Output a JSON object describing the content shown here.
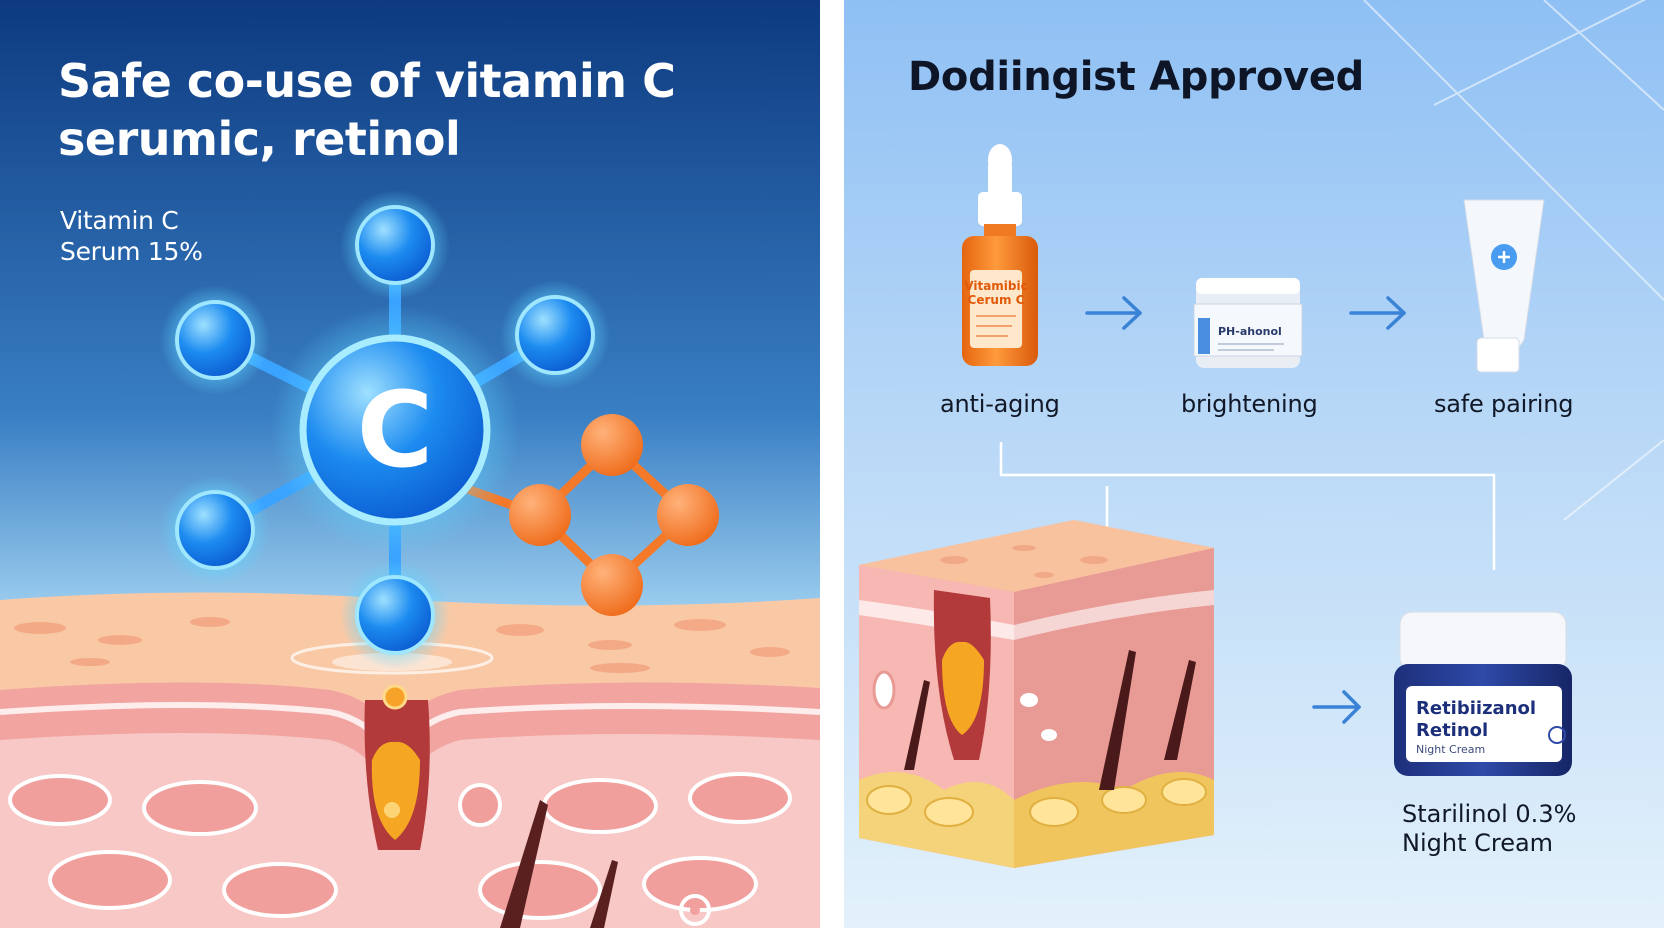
{
  "left_panel": {
    "title_line1": "Safe co-use of vitamin C",
    "title_line2": "serumic, retinol",
    "product_line1": "Vitamin C",
    "product_line2": "Serum 15%",
    "molecule_letter": "C"
  },
  "right_panel": {
    "title": "Dodiingist Approved",
    "steps": [
      {
        "label": "anti-aging",
        "product_text_1": "Vitamibic",
        "product_text_2": "Cerum C"
      },
      {
        "label": "brightening",
        "product_text_1": "PH-ahonol"
      },
      {
        "label": "safe pairing"
      }
    ],
    "cream_jar_line1": "Retibiizanol",
    "cream_jar_line2": "Retinol",
    "cream_jar_line3": "Night Cream",
    "cream_label_line1": "Starilinol 0.3%",
    "cream_label_line2": "Night Cream"
  },
  "colors": {
    "left_bg_top": "#103f85",
    "left_bg_bottom": "#9fd3f2",
    "right_bg": "#9cc9f5",
    "molecule_blue": "#1f8ef0",
    "molecule_orange": "#f47a2a",
    "skin_pink": "#f2a9a3"
  }
}
